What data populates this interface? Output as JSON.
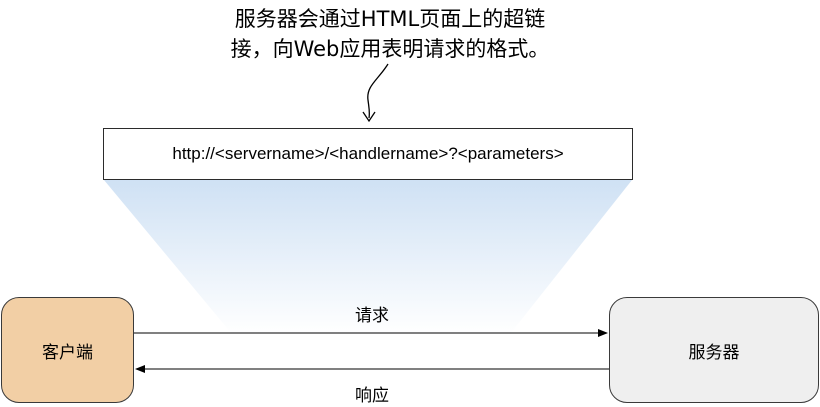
{
  "annotation": {
    "line1": "服务器会通过HTML页面上的超链",
    "line2": "接，向Web应用表明请求的格式。"
  },
  "url_box": {
    "text": "http://<servername>/<handlername>?<parameters>"
  },
  "nodes": {
    "client": {
      "label": "客户端",
      "fill": "#f2cfa5"
    },
    "server": {
      "label": "服务器",
      "fill": "#efefef"
    }
  },
  "arrows": {
    "request_label": "请求",
    "response_label": "响应"
  },
  "colors": {
    "highlight_top": "#cfe1f4",
    "highlight_bottom": "#ffffff",
    "line": "#000000"
  }
}
